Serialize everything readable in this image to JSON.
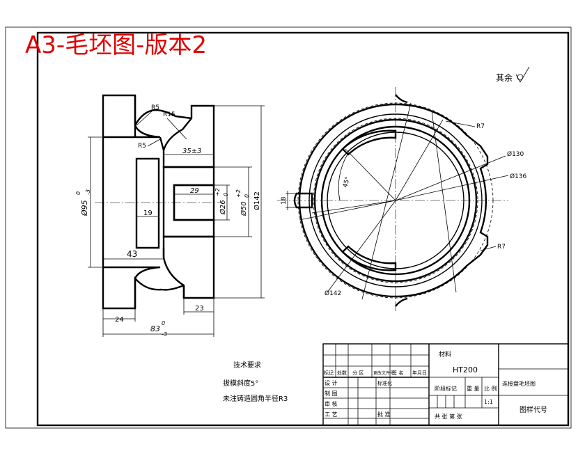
{
  "title": "A3-毛坯图-版本2",
  "roughness_note": "其余",
  "dims_left": {
    "r5_top": "R5",
    "r15": "R15",
    "r5_mid": "R5",
    "d35": "35±3",
    "d29": "29",
    "d19": "19",
    "d43": "43",
    "d24": "24",
    "d23": "23",
    "d83": "83",
    "d83_tol_upper": "0",
    "d83_tol_lower": "-3",
    "phi95": "Ø95",
    "phi95_tol_upper": "0",
    "phi95_tol_lower": "-3",
    "phi26": "Ø26",
    "phi26_tol": "+2",
    "phi26_tol_lower": "0",
    "phi50": "Ø50",
    "phi50_tol": "+2",
    "phi50_tol_lower": "0",
    "phi142": "Ø142"
  },
  "dims_right": {
    "r7_top": "R7",
    "phi130": "Ø130",
    "phi136": "Ø136",
    "r7_bottom": "R7",
    "angle45": "45°",
    "w18": "18",
    "phi142": "Ø142"
  },
  "tech_notes": {
    "heading": "技术要求",
    "line1": "拔模斜度5°",
    "line2": "未注铸造圆角半径R3"
  },
  "title_block": {
    "material_label": "材料",
    "material": "HT200",
    "part_name": "连接盘毛坯图",
    "drawing_no_label": "图样代号",
    "stage_label": "阶段标记",
    "weight_label": "重 量",
    "scale_label": "比 例",
    "scale": "1:1",
    "sheet_label": "共    张    第    张",
    "rev_headers": [
      "标记",
      "处数",
      "分 区",
      "更改文件号",
      "签 名",
      "年月日"
    ],
    "rows": [
      "设 计",
      "制 图",
      "审 核",
      "工 艺"
    ],
    "standardize": "标准化",
    "approve": "批 准"
  }
}
